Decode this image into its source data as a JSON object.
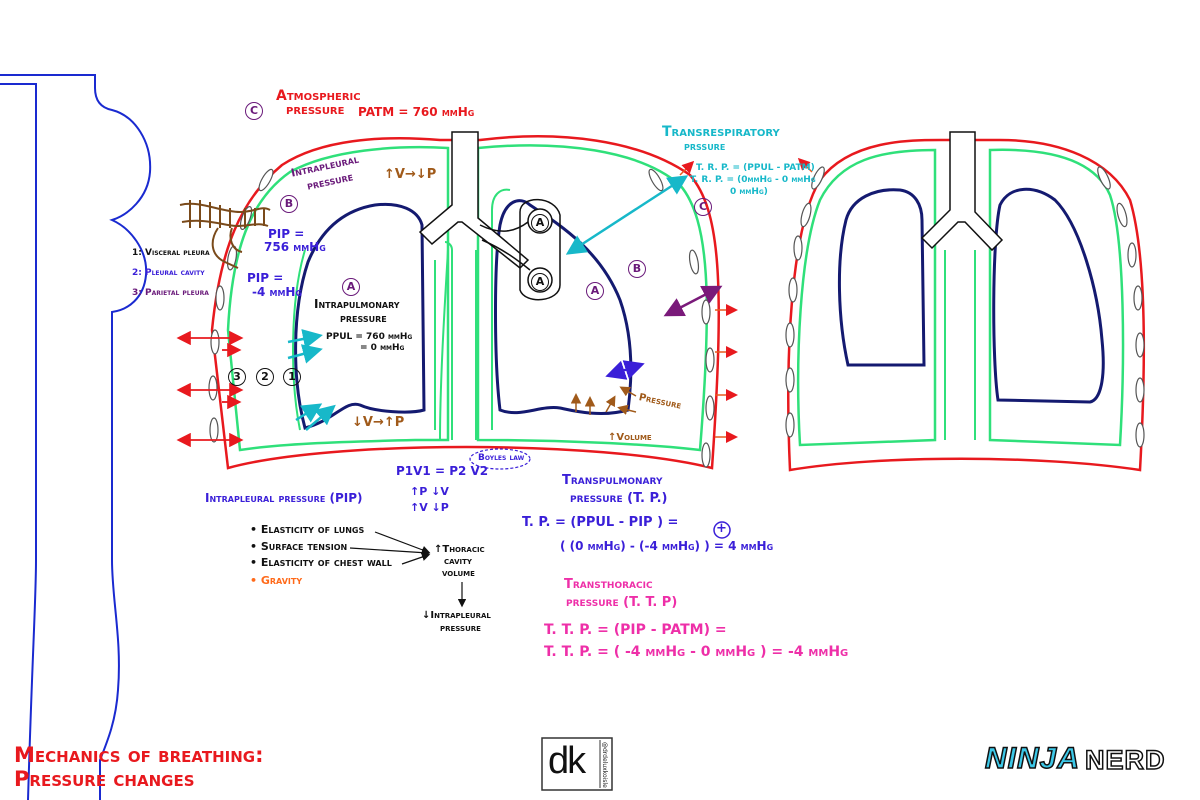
{
  "colors": {
    "pleura_green": "#2fe07a",
    "parietal_red": "#e8191e",
    "lung_navy": "#141a70",
    "title_red": "#e8191e",
    "teal": "#17b8c9",
    "pink": "#ee2fa8",
    "brown": "#a05a1a",
    "purple": "#6a1a7a",
    "blue_text": "#3a1fd8",
    "body_outline": "#1a2ad0"
  },
  "atmospheric": {
    "marker": "C",
    "title_line1": "Atmospheric",
    "title_line2": "pressure",
    "value": "PATM = 760 mmHg"
  },
  "intrapleural": {
    "title_line1": "Intrapleural",
    "title_line2": "pressure",
    "marker": "B",
    "volume_note": "↑V→↓P",
    "pip_in_label": "PIP =",
    "pip_in_value": "756 mmHg",
    "pip_label": "PIP =",
    "pip_value": "-4 mmHg"
  },
  "legend": {
    "item1": "1: Visceral pleura",
    "item2": "2: Pleural cavity",
    "item3": "3: Parietal pleura"
  },
  "layer_numbers": [
    "3",
    "2",
    "1"
  ],
  "intrapulmonary": {
    "marker": "A",
    "title_line1": "Intrapulmonary",
    "title_line2": "pressure",
    "eq_line1": "PPUL = 760 mmHg",
    "eq_line2": "= 0 mmHg",
    "volume_note": "↓V→↑P"
  },
  "right_lung": {
    "alveolus_marker_1": "A",
    "alveolus_marker_2": "A",
    "lung_marker": "A",
    "pleural_marker": "B",
    "pressure_label": "Pressure",
    "volume_label": "↑Volume"
  },
  "transrespiratory": {
    "title_line1": "Transrespiratory",
    "title_line2": "prssure",
    "eq_line1": "T. R. P. = (PPUL - PATM)",
    "eq_line2": "T. R. P. = (0mmHg - 0 mmHg",
    "eq_line3": "0 mmHg)",
    "marker": "C"
  },
  "boyles_law": {
    "badge": "Boyles law",
    "equation": "P1V1 = P2 V2",
    "line1": "↑P ↓V",
    "line2": "↑V ↓P"
  },
  "intrapleural_label": "Intrapleural pressure (PIP)",
  "factors": {
    "item1": "• Elasticity of lungs",
    "item2": "• Surface tension",
    "item3": "• Elasticity of chest wall",
    "item4": "• Gravity",
    "result_line1": "↑Thoracic",
    "result_line2": "cavity",
    "result_line3": "volume",
    "outcome_line1": "↓Intrapleural",
    "outcome_line2": "pressure"
  },
  "transpulmonary": {
    "title_line1": "Transpulmonary",
    "title_line2": "pressure (T. P.)",
    "eq_line1": "T. P. = (PPUL - PIP ) =",
    "plus_marker": "+",
    "eq_line2": "( (0 mmHg) - (-4 mmHg) ) = 4 mmHg"
  },
  "transthoracic": {
    "title_line1": "Transthoracic",
    "title_line2": "pressure (T. T. P)",
    "eq_line1": "T. T. P. = (PIP - PATM) =",
    "eq_line2": "T. T. P. = ( -4 mmHg - 0 mmHg ) = -4 mmHg"
  },
  "page_title": {
    "line1": "Mechanics of breathing:",
    "line2": "Pressure changes"
  },
  "center_logo": {
    "letters": "dk",
    "vertical_text": "@drdeluxkoisle"
  },
  "brand": {
    "part1": "NINJA",
    "part2": "NERD"
  }
}
